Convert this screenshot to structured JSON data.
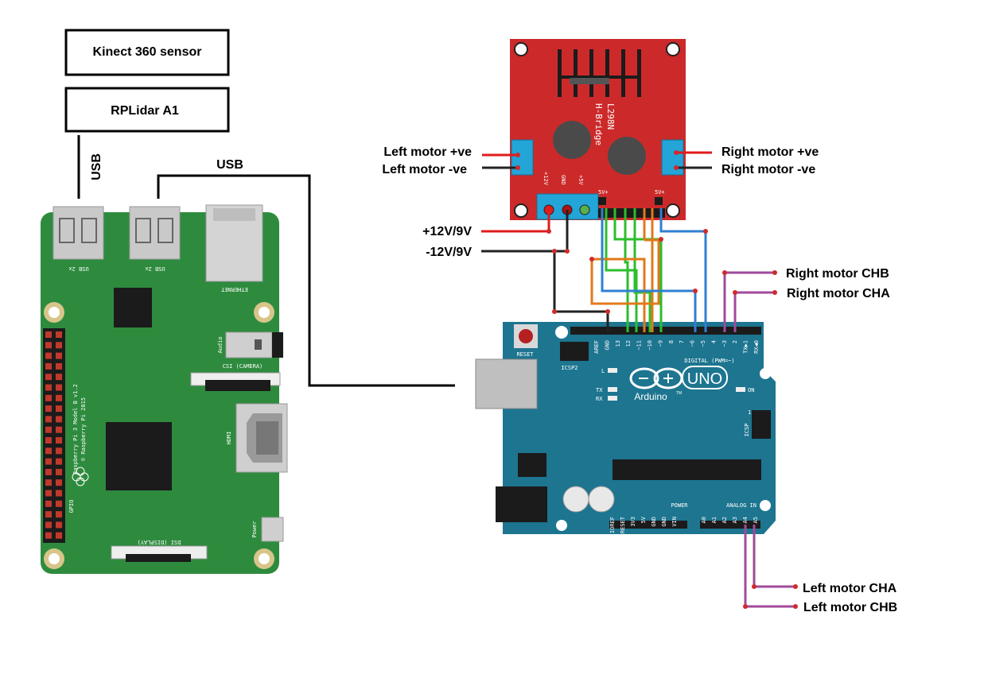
{
  "devices": {
    "kinect": "Kinect 360 sensor",
    "rplidar": "RPLidar A1"
  },
  "links": {
    "usb_lidar": "USB",
    "usb_arduino": "USB"
  },
  "hbridge": {
    "line1": "L298N",
    "line2": "H-Bridge",
    "pin_12v": "+12V",
    "pin_gnd": "GND",
    "pin_5v": "+5V",
    "pin_5v_left": "5V+",
    "pin_5v_right": "5V+"
  },
  "wires": {
    "left_motor_pos": "Left motor +ve",
    "left_motor_neg": "Left motor -ve",
    "right_motor_pos": "Right motor +ve",
    "right_motor_neg": "Right motor -ve",
    "supply_pos": "+12V/9V",
    "supply_neg": "-12V/9V",
    "right_chb": "Right motor CHB",
    "right_cha": "Right motor CHA",
    "left_cha": "Left motor CHA",
    "left_chb": "Left motor CHB"
  },
  "pi": {
    "usb_left": "USB 2x",
    "usb_right": "USB 2x",
    "ethernet": "ETHERNET",
    "audio": "Audio",
    "csi": "CSI (CAMERA)",
    "hdmi": "HDMI",
    "dsi": "DSI (DISPLAY)",
    "power": "Power",
    "gpio": "GPIO",
    "model": "Raspberry Pi 3 Model B v1.2",
    "copyright": "© Raspberry Pi 2015"
  },
  "arduino": {
    "reset": "RESET",
    "icsp2": "ICSP2",
    "icsp": "ICSP",
    "digital": "DIGITAL (PWM=~)",
    "led_l": "L",
    "led_tx": "TX",
    "led_rx": "RX",
    "led_on": "ON",
    "brand": "Arduino",
    "tm": "TM",
    "model": "UNO",
    "power": "POWER",
    "analog": "ANALOG IN",
    "icsp_pin1": "1",
    "digital_pins": [
      "AREF",
      "GND",
      "13",
      "12",
      "~11",
      "~10",
      "~9",
      "8",
      "7",
      "~6",
      "~5",
      "4",
      "~3",
      "2",
      "TX▶1",
      "RX◀0"
    ],
    "power_pins": [
      "IOREF",
      "RESET",
      "3V3",
      "5V",
      "GND",
      "GND",
      "VIN"
    ],
    "analog_pins": [
      "A0",
      "A1",
      "A2",
      "A3",
      "A4",
      "A5"
    ]
  },
  "colors": {
    "pi_board": "#2e8b3e",
    "arduino_board": "#1d7590",
    "hbridge_board": "#cc2a2a",
    "wire_red": "#e01b1b",
    "wire_black": "#222222",
    "wire_green": "#2cbe2c",
    "wire_orange": "#e07a1b",
    "wire_blue": "#2f7fd1",
    "wire_purple": "#a04a9a"
  }
}
